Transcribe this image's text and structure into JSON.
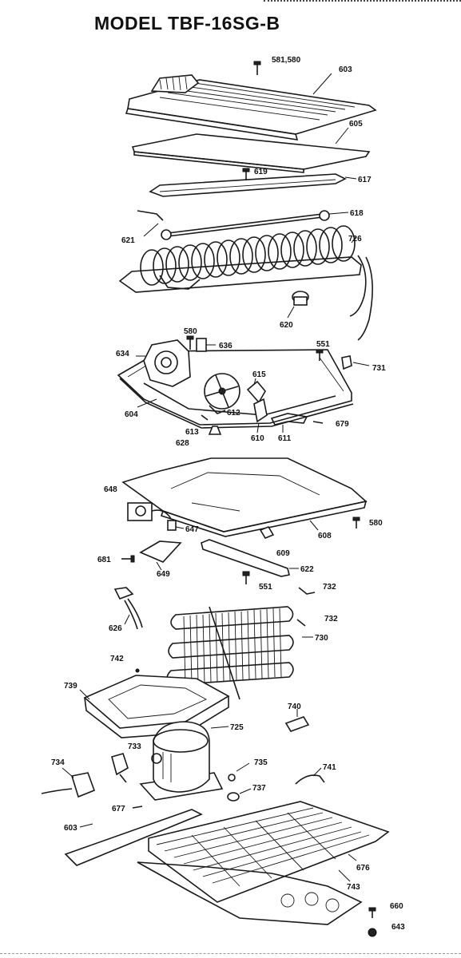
{
  "title": "MODEL TBF-16SG-B",
  "labels": {
    "l581": "581,580",
    "l603a": "603",
    "l605": "605",
    "l619": "619",
    "l617": "617",
    "l618": "618",
    "l621": "621",
    "l726": "726",
    "l620": "620",
    "l580a": "580",
    "l636": "636",
    "l634": "634",
    "l551a": "551",
    "l731": "731",
    "l615": "615",
    "l604": "604",
    "l612": "612",
    "l613": "613",
    "l628": "628",
    "l610": "610",
    "l611": "611",
    "l679": "679",
    "l648": "648",
    "l647": "647",
    "l608": "608",
    "l580b": "580",
    "l681": "681",
    "l649": "649",
    "l609": "609",
    "l622": "622",
    "l551b": "551",
    "l732a": "732",
    "l626": "626",
    "l732b": "732",
    "l730": "730",
    "l742": "742",
    "l739": "739",
    "l740": "740",
    "l725": "725",
    "l733": "733",
    "l734": "734",
    "l735": "735",
    "l741": "741",
    "l737": "737",
    "l677": "677",
    "l603b": "603",
    "l676": "676",
    "l743": "743",
    "l660": "660",
    "l643": "643"
  }
}
